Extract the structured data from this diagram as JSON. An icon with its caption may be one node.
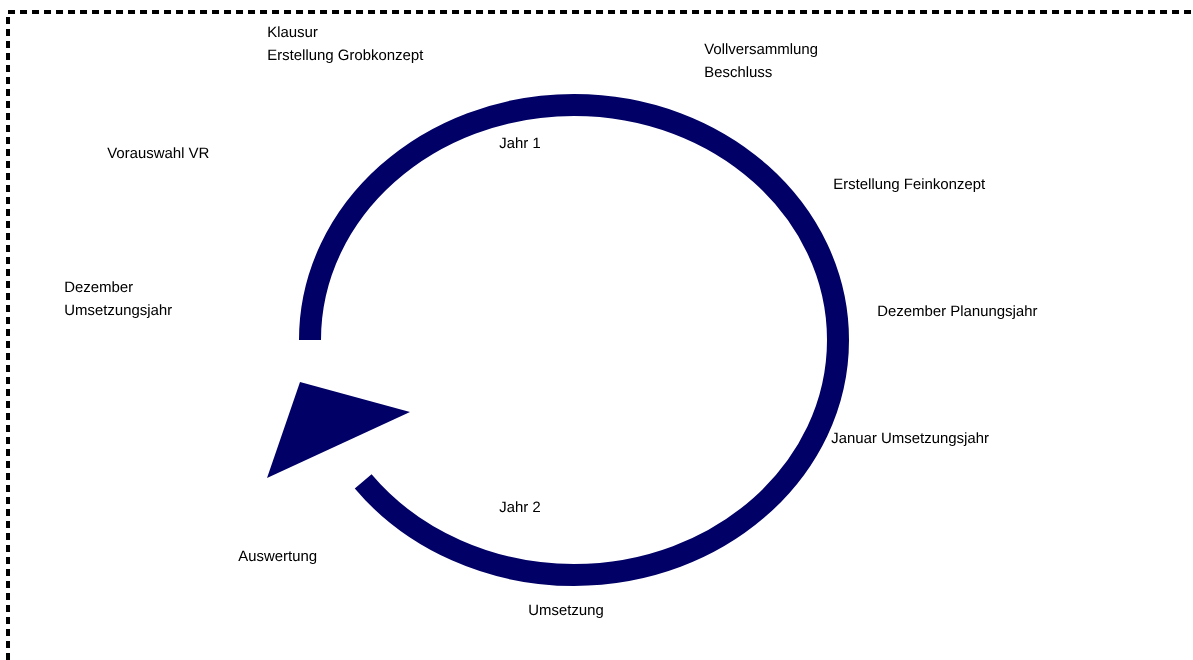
{
  "diagram": {
    "labels": [
      "Klausur",
      "Erstellung Grobkonzept",
      "Vollversammlung",
      "Beschluss",
      "Jahr 1",
      "Vorauswahl VR",
      "Erstellung Feinkonzept",
      "Dezember",
      "Umsetzungsjahr",
      "Dezember Planungsjahr",
      "Januar Umsetzungsjahr",
      "Jahr 2",
      "Auswertung",
      "Umsetzung"
    ]
  }
}
